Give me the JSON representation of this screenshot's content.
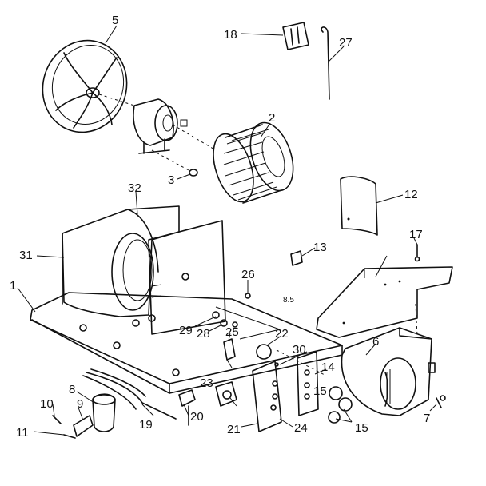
{
  "labels": {
    "p1": "1",
    "p2": "2",
    "p3": "3",
    "p5": "5",
    "p6": "6",
    "p7": "7",
    "p8": "8",
    "p9": "9",
    "p10": "10",
    "p11": "11",
    "p12": "12",
    "p13": "13",
    "p14": "14",
    "p15a": "15",
    "p15b": "15",
    "p17": "17",
    "p18": "18",
    "p19": "19",
    "p20": "20",
    "p21": "21",
    "p22": "22",
    "p23": "23",
    "p24": "24",
    "p25": "25",
    "p26": "26",
    "p27": "27",
    "p28": "28",
    "p29": "29",
    "p30": "30",
    "p31": "31",
    "p32": "32",
    "ref": "8.5"
  }
}
